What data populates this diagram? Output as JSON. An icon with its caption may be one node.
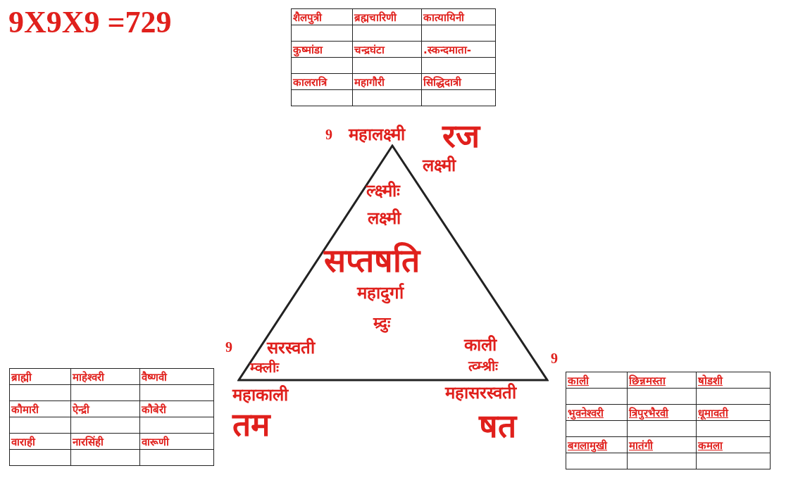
{
  "diagram": {
    "title": "9X9X9 =729",
    "nodes": [
      {
        "text": [
          "ल्क्ष्मीः",
          "लक्ष्मी",
          "सप्तषति",
          "महादुर्गा",
          "म्र्दुः",
          "सरस्वती",
          "म्क्लीः",
          "काली",
          "त्व्म्श्रीः"
        ],
        "beside": [
          "9",
          "महालक्ष्मी",
          "रज",
          "लक्ष्मी",
          "9",
          "महाकाली",
          "तम",
          "9",
          "महासरस्वती",
          "षत"
        ]
      }
    ],
    "labels": [
      "शैलपुत्री",
      "ब्रह्मचारिणी",
      "कात्यायिनी",
      "कुष्मांडा",
      "चन्द्रघंटा",
      ".स्कन्दमाता-",
      "कालरात्रि",
      "महागौरी",
      "सिद्धिदात्री",
      "ब्राह्मी",
      "माहेश्वरी",
      "वैष्णवी",
      "कौमारी",
      "ऐन्द्री",
      "कौबेरी",
      "वाराही",
      "नारसिंही",
      "वारूणी",
      "काली",
      "छिन्नमस्ता",
      "षोडशी",
      "भुवनेश्वरी",
      "त्रिपुरभैरवी",
      "धूमावती",
      "बगलामुखी",
      "मातंगी",
      "कमला"
    ]
  }
}
